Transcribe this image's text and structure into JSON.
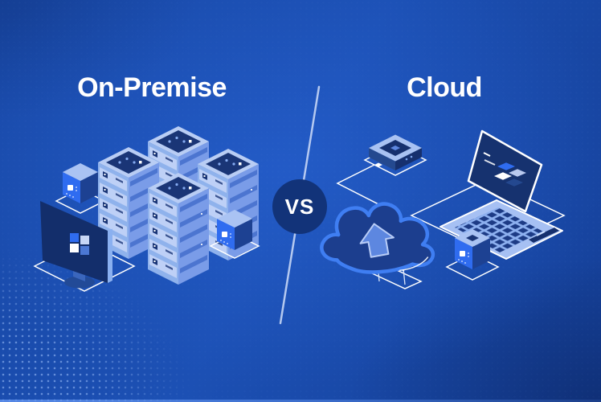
{
  "comparison": {
    "left": {
      "title": "On-Premise"
    },
    "right": {
      "title": "Cloud"
    },
    "divider": {
      "label": "VS"
    }
  },
  "colors": {
    "background_center": "#1e52b8",
    "background_edge": "#153f97",
    "badge_navy": "#123379",
    "accent_bright_blue": "#2f6cf0",
    "iso_light_periwinkle": "#b9cdf4",
    "iso_mid_blue": "#5c85dd",
    "iso_dark_navy": "#16306e",
    "cloud_outline_blue": "#3f7ef2",
    "line_white": "#ffffff",
    "text_white": "#ffffff"
  },
  "illustrations": {
    "left": {
      "name": "on-premise-scene",
      "elements": [
        "server-rack-cluster",
        "desktop-monitor",
        "network-cube-left",
        "network-cube-right",
        "floor-network-lines"
      ]
    },
    "right": {
      "name": "cloud-scene",
      "elements": [
        "mini-server-node",
        "cloud-upload",
        "laptop",
        "network-cube",
        "floor-network-lines"
      ]
    }
  }
}
